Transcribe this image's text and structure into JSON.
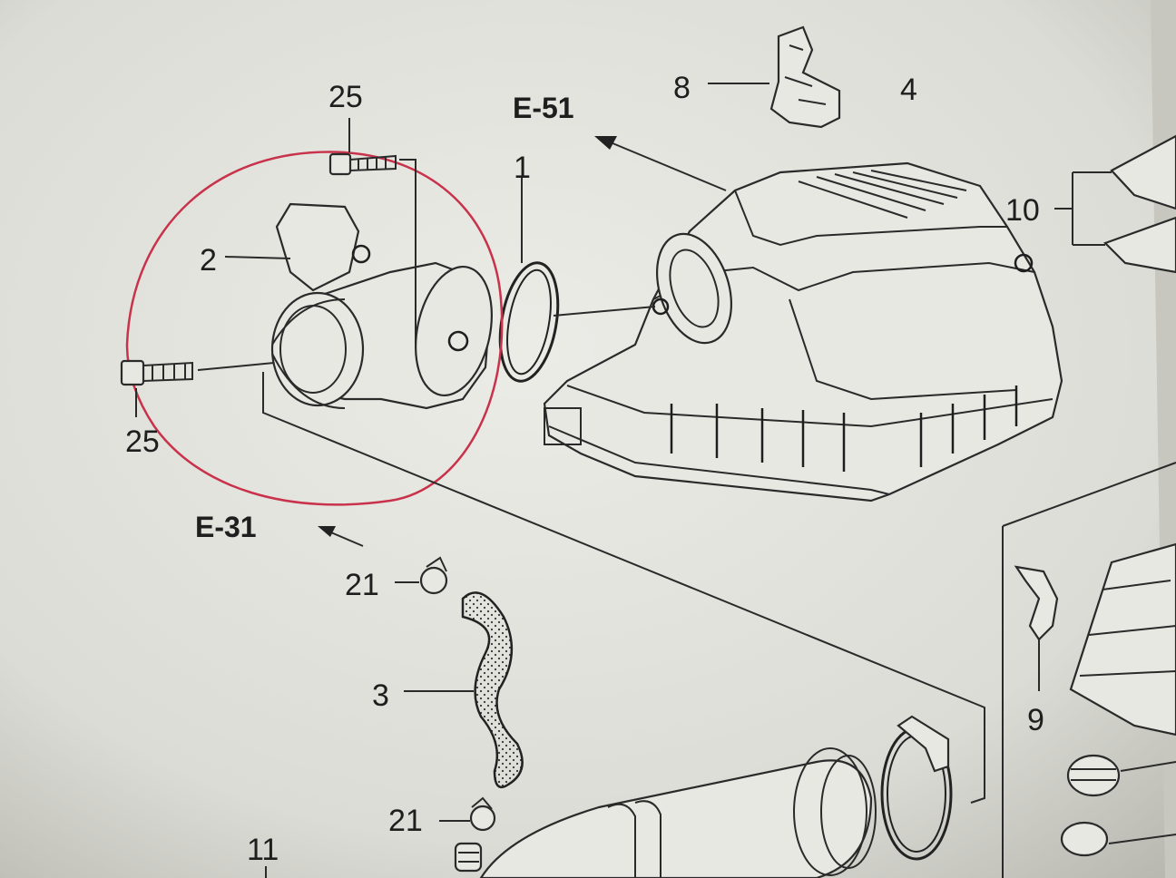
{
  "colors": {
    "paper": "#e6e6e1",
    "ink": "#1e1e1e",
    "highlight_circle": "#c8324a"
  },
  "labels": {
    "part_1": "1",
    "part_2": "2",
    "part_3": "3",
    "part_4": "4",
    "part_8": "8",
    "part_9": "9",
    "part_10": "10",
    "part_11": "11",
    "part_21_top": "21",
    "part_21_bottom": "21",
    "part_25_top": "25",
    "part_25_left": "25"
  },
  "references": {
    "e51": "E-51",
    "e31": "E-31"
  }
}
